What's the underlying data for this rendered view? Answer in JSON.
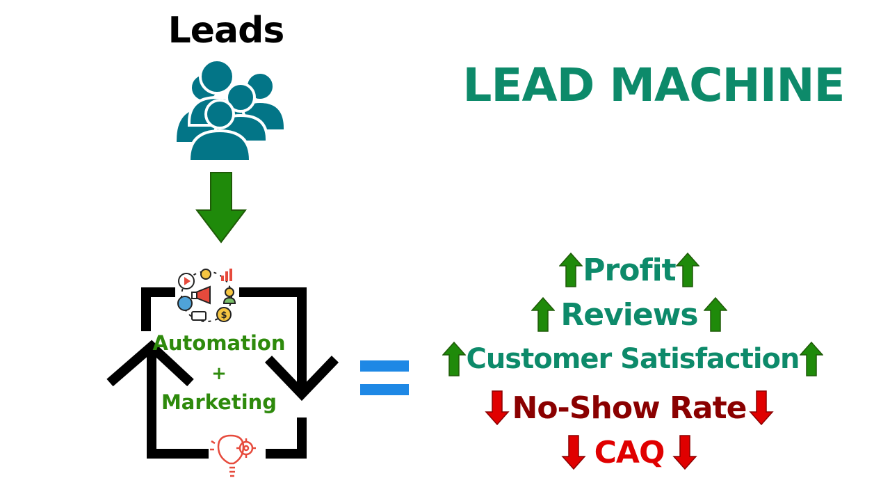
{
  "leads_title": "Leads",
  "machine_title": "LEAD MACHINE",
  "process": {
    "line1": "Automation",
    "line2": "+",
    "line3": "Marketing"
  },
  "results": [
    {
      "label": "Profit",
      "direction": "up"
    },
    {
      "label": "Reviews",
      "direction": "up"
    },
    {
      "label": "Customer Satisfaction",
      "direction": "up"
    },
    {
      "label": "No-Show Rate",
      "direction": "down"
    },
    {
      "label": "CAQ",
      "direction": "down"
    }
  ],
  "colors": {
    "teal": "#0d8a6a",
    "people_icon": "#037587",
    "arrow_green": "#1f8a0a",
    "arrow_red": "#e00000",
    "dark_red": "#8a0000",
    "equals_blue": "#1e88e5"
  }
}
